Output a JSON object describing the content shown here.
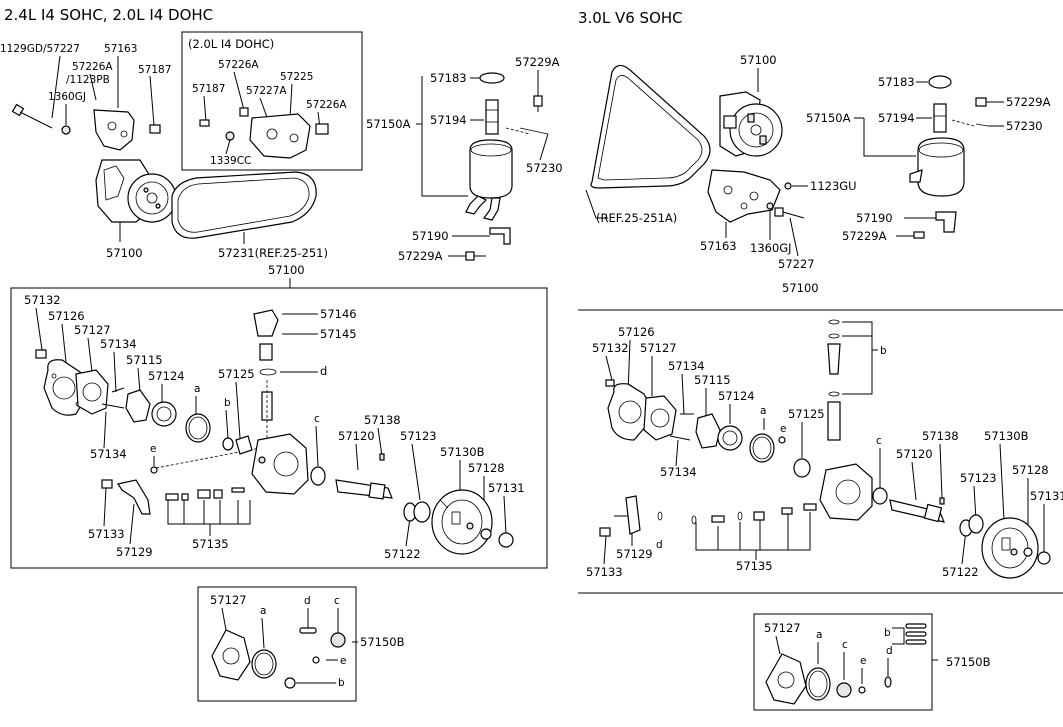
{
  "headers": {
    "left": "2.4L I4 SOHC, 2.0L I4 DOHC",
    "right": "3.0L V6 SOHC",
    "inset": "(2.0L I4 DOHC)"
  },
  "labels": {
    "l_1129gd": "1129GD/57227",
    "l_1123pb": "/1123PB",
    "l_1360gj": "1360GJ",
    "l_57163": "57163",
    "l_57226a": "57226A",
    "l_57187": "57187",
    "l_57100_top": "57100",
    "l_57231": "57231(REF.25-251)",
    "in_57226a": "57226A",
    "in_57187": "57187",
    "in_57227a": "57227A",
    "in_57225": "57225",
    "in_57226a_r": "57226A",
    "in_1339cc": "1339CC",
    "r1_57183": "57183",
    "r1_57229a": "57229A",
    "r1_57150a": "57150A",
    "r1_57194": "57194",
    "r1_57230": "57230",
    "r1_57190": "57190",
    "r1_57229a_b": "57229A",
    "l_57100_box": "57100",
    "b_57132": "57132",
    "b_57126": "57126",
    "b_57127": "57127",
    "b_57134": "57134",
    "b_57115": "57115",
    "b_57124": "57124",
    "b_a": "a",
    "b_57125": "57125",
    "b_b": "b",
    "b_57146": "57146",
    "b_57145": "57145",
    "b_d": "d",
    "b_c": "c",
    "b_57138": "57138",
    "b_57120": "57120",
    "b_57123": "57123",
    "b_57130b": "57130B",
    "b_57128": "57128",
    "b_57131": "57131",
    "b_57134b": "57134",
    "b_e": "e",
    "b_57133": "57133",
    "b_57129": "57129",
    "b_57135": "57135",
    "b_57122": "57122",
    "k_57127": "57127",
    "k_a": "a",
    "k_d": "d",
    "k_c": "c",
    "k_e": "e",
    "k_b": "b",
    "k_57150b": "57150B",
    "v_57100": "57100",
    "v_ref": "(REF.25-251A)",
    "v_1123gu": "1123GU",
    "v_57163": "57163",
    "v_1360gj": "1360GJ",
    "v_57227": "57227",
    "v_57183": "57183",
    "v_57229a": "57229A",
    "v_57150a": "57150A",
    "v_57194": "57194",
    "v_57230": "57230",
    "v_57190": "57190",
    "v_57229a_b": "57229A",
    "v_57100_mid": "57100",
    "w_b": "b",
    "w_57126": "57126",
    "w_57132": "57132",
    "w_57127": "57127",
    "w_57134": "57134",
    "w_57115": "57115",
    "w_57124": "57124",
    "w_a": "a",
    "w_e": "e",
    "w_57125": "57125",
    "w_c": "c",
    "w_57138": "57138",
    "w_57130b": "57130B",
    "w_57120": "57120",
    "w_57123": "57123",
    "w_57128": "57128",
    "w_57131": "57131",
    "w_57134b": "57134",
    "w_d": "d",
    "w_57129": "57129",
    "w_57133": "57133",
    "w_57135": "57135",
    "w_57122": "57122",
    "x_57127": "57127",
    "x_a": "a",
    "x_c": "c",
    "x_e": "e",
    "x_b": "b",
    "x_d": "d",
    "x_57150b": "57150B"
  }
}
